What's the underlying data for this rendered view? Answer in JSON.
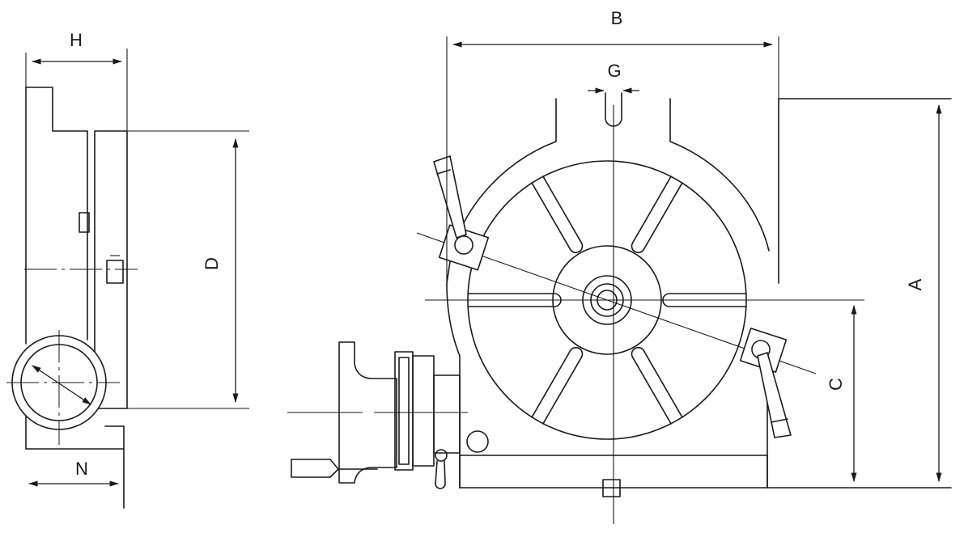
{
  "dimensions": {
    "H": "H",
    "N": "N",
    "D": "D",
    "B": "B",
    "G": "G",
    "A": "A",
    "C": "C"
  }
}
